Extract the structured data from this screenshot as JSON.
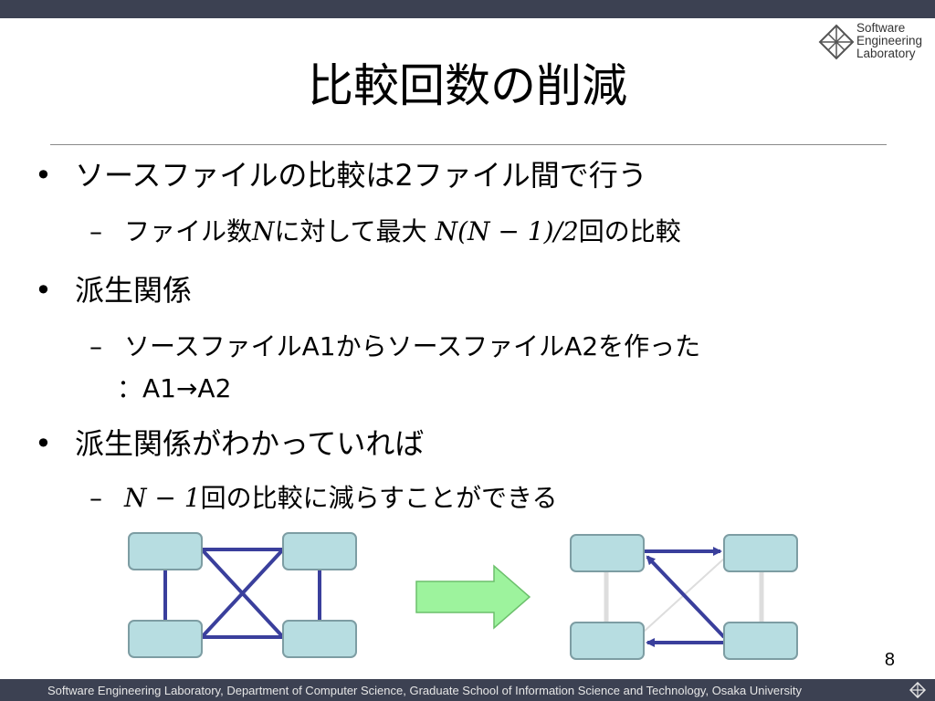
{
  "header": {
    "logo_lines": [
      "Software",
      "Engineering",
      "Laboratory"
    ]
  },
  "slide": {
    "title": "比較回数の削減",
    "bullets": [
      {
        "text": "ソースファイルの比較は2ファイル間で行う",
        "subs": [
          {
            "parts": [
              "ファイル数",
              "N",
              "に対して最大 ",
              "N(N − 1)/2",
              "回の比較"
            ]
          }
        ]
      },
      {
        "text": "派生関係",
        "subs": [
          {
            "parts": [
              "ソースファイルA1からソースファイルA2を作った",
              "：A1→A2"
            ]
          }
        ]
      },
      {
        "text": "派生関係がわかっていれば",
        "subs": [
          {
            "parts": [
              "N − 1",
              "回の比較に減らすことができる"
            ]
          }
        ]
      }
    ],
    "bullet_glyph": "•",
    "dash_glyph": "–"
  },
  "diagram": {
    "node_fill": "#b7dde1",
    "node_stroke": "#7d9da3",
    "edge_color": "#3a3f9c",
    "arrow_fill": "#9df39d",
    "left_graph": {
      "nodes": 4,
      "edges": "complete"
    },
    "right_graph": {
      "nodes": 4,
      "edges": "derivation chain"
    }
  },
  "page_number": "8",
  "footer": {
    "text": "Software Engineering Laboratory, Department of Computer Science, Graduate School of Information Science and Technology, Osaka University"
  },
  "colors": {
    "bar": "#3c4152",
    "rule": "#8a8a8a"
  }
}
